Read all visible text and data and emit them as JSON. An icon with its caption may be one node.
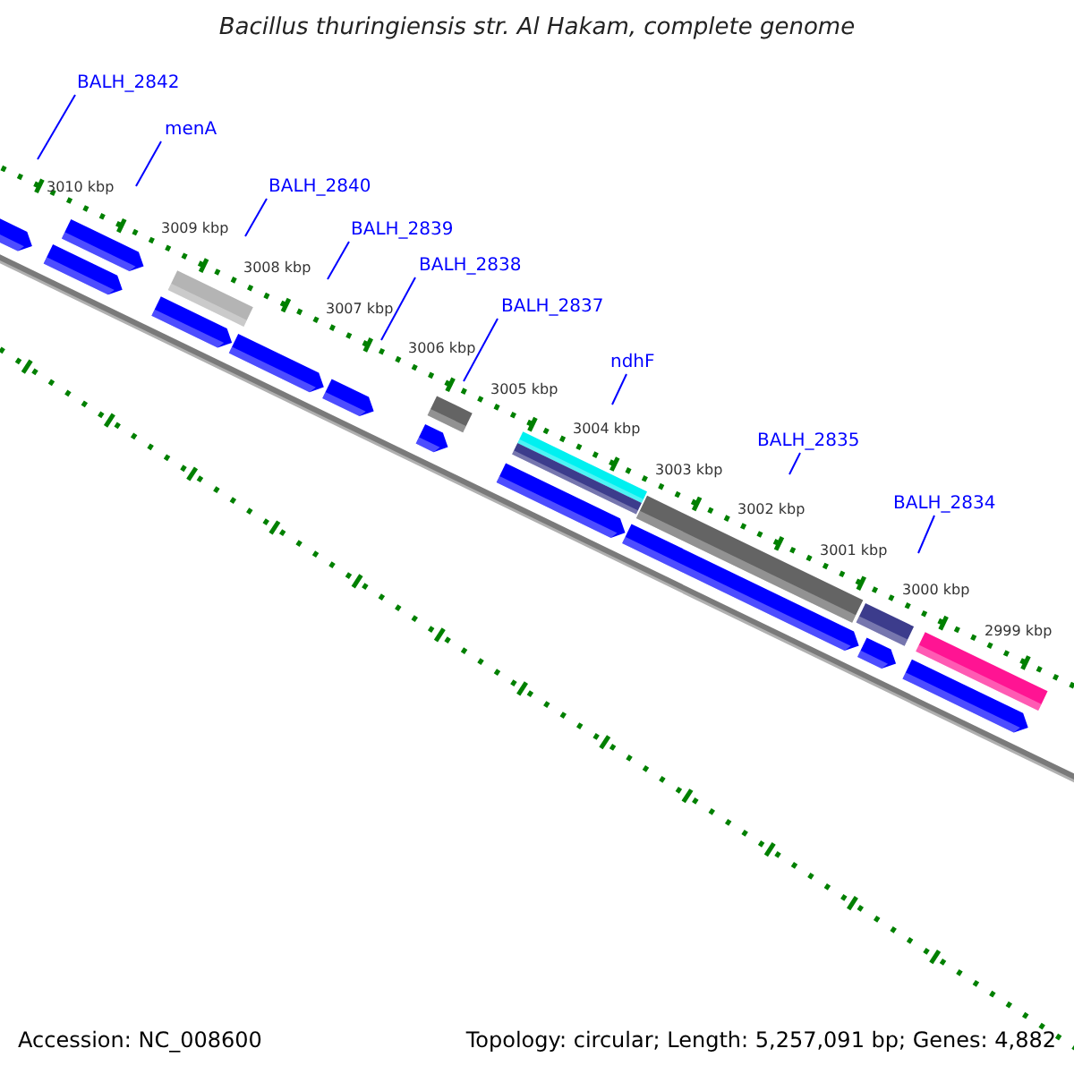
{
  "diagram": {
    "title": "Bacillus thuringiensis str. Al Hakam, complete genome",
    "nodes": [
      {
        "text": [
          "BALH_2842"
        ]
      },
      {
        "text": [
          "menA"
        ]
      },
      {
        "text": [
          "BALH_2840"
        ]
      },
      {
        "text": [
          "BALH_2839"
        ]
      },
      {
        "text": [
          "BALH_2838"
        ]
      },
      {
        "text": [
          "BALH_2837"
        ]
      },
      {
        "text": [
          "ndhF"
        ]
      },
      {
        "text": [
          "BALH_2835"
        ]
      },
      {
        "text": [
          "BALH_2834"
        ]
      }
    ],
    "edges": [
      {
        "from": 0,
        "to": null,
        "arrow": "none"
      },
      {
        "from": 1,
        "to": null,
        "arrow": "none"
      },
      {
        "from": 2,
        "to": null,
        "arrow": "none"
      },
      {
        "from": 3,
        "to": null,
        "arrow": "none"
      },
      {
        "from": 4,
        "to": null,
        "arrow": "none"
      },
      {
        "from": 5,
        "to": null,
        "arrow": "none"
      },
      {
        "from": 6,
        "to": null,
        "arrow": "none"
      },
      {
        "from": 7,
        "to": null,
        "arrow": "none"
      },
      {
        "from": 8,
        "to": null,
        "arrow": "none"
      }
    ],
    "labels": [
      "3010 kbp",
      "3009 kbp",
      "3008 kbp",
      "3007 kbp",
      "3006 kbp",
      "3005 kbp",
      "3004 kbp",
      "3003 kbp",
      "3002 kbp",
      "3001 kbp",
      "3000 kbp",
      "2999 kbp",
      "Accession: NC_008600",
      "Topology: circular; Length: 5,257,091 bp; Genes: 4,882"
    ]
  }
}
